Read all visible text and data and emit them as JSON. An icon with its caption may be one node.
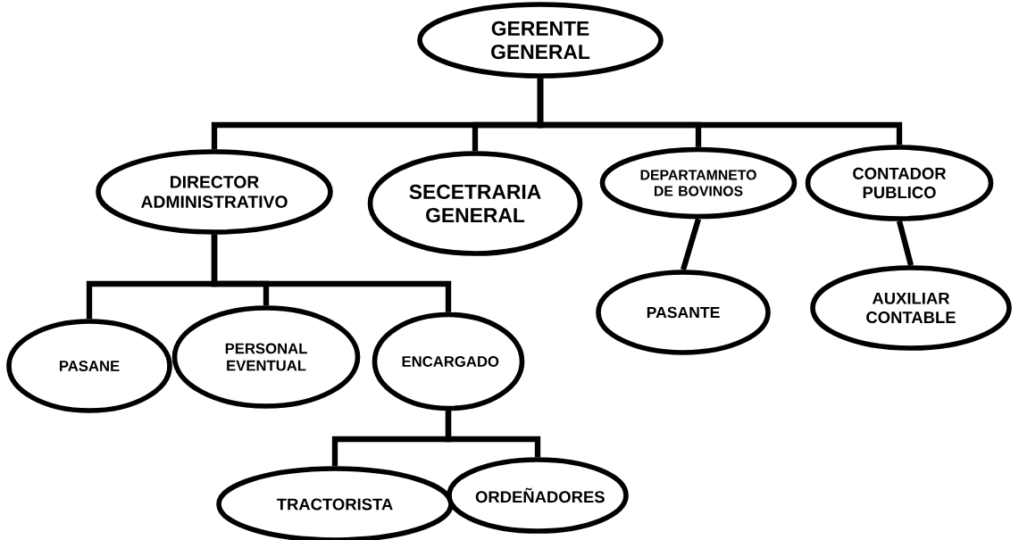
{
  "diagram": {
    "nodes": [
      {
        "text": [
          "GERENTE GENERAL"
        ]
      },
      {
        "text": [
          "DIRECTOR ADMINISTRATIVO"
        ]
      },
      {
        "text": [
          "SECETRARIA GENERAL"
        ]
      },
      {
        "text": [
          "DEPARTAMNETO DE BOVINOS"
        ]
      },
      {
        "text": [
          "CONTADOR PUBLICO"
        ]
      },
      {
        "text": [
          "PASANE"
        ]
      },
      {
        "text": [
          "PERSONAL EVENTUAL"
        ]
      },
      {
        "text": [
          "ENCARGADO"
        ]
      },
      {
        "text": [
          "PASANTE"
        ]
      },
      {
        "text": [
          "AUXILIAR CONTABLE"
        ]
      },
      {
        "text": [
          "TRACTORISTA"
        ]
      },
      {
        "text": [
          "ORDEÑADORES"
        ]
      }
    ],
    "edges": [
      {
        "from": 0,
        "to": 1,
        "arrow": "none"
      },
      {
        "from": 0,
        "to": 2,
        "arrow": "none"
      },
      {
        "from": 0,
        "to": 3,
        "arrow": "none"
      },
      {
        "from": 0,
        "to": 4,
        "arrow": "none"
      },
      {
        "from": 1,
        "to": 5,
        "arrow": "none"
      },
      {
        "from": 1,
        "to": 6,
        "arrow": "none"
      },
      {
        "from": 1,
        "to": 7,
        "arrow": "none"
      },
      {
        "from": 3,
        "to": 8,
        "arrow": "none"
      },
      {
        "from": 4,
        "to": 9,
        "arrow": "none"
      },
      {
        "from": 7,
        "to": 10,
        "arrow": "none"
      },
      {
        "from": 7,
        "to": 11,
        "arrow": "none"
      }
    ]
  }
}
